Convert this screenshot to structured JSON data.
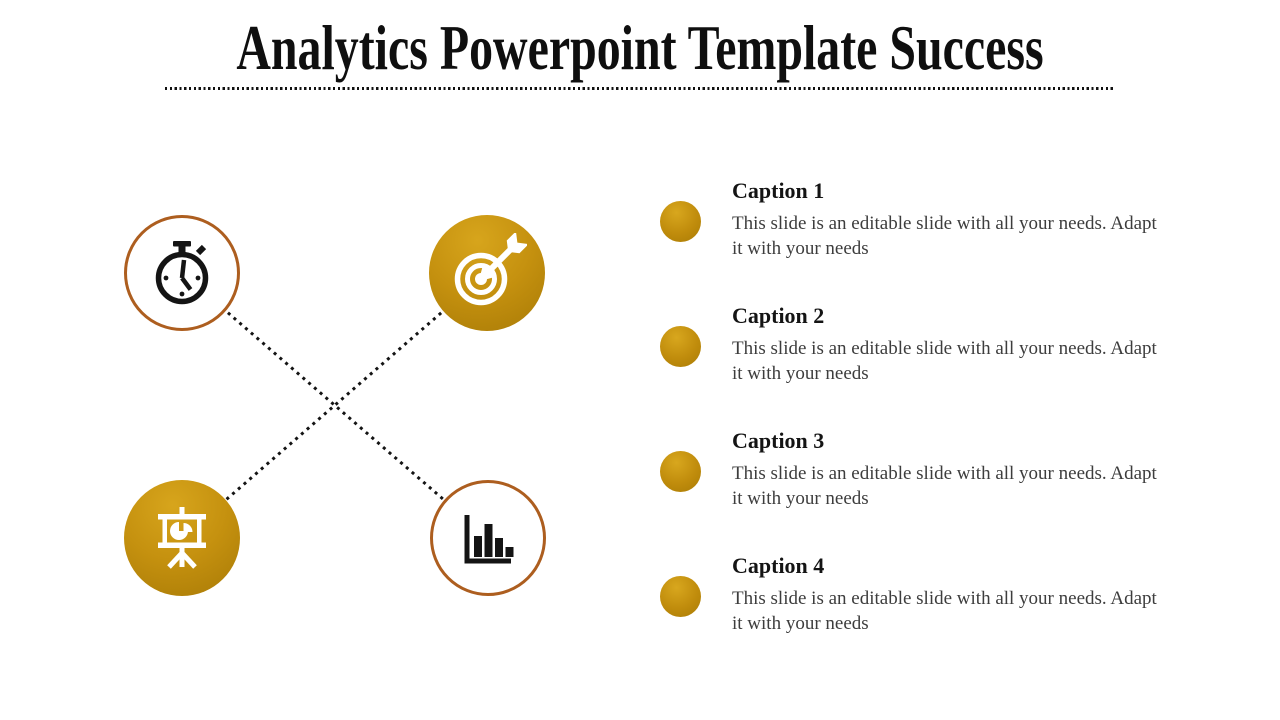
{
  "slide": {
    "title": "Analytics Powerpoint Template Success"
  },
  "diagram": {
    "nodes": [
      {
        "id": "stopwatch",
        "icon": "stopwatch-icon",
        "style": "outline",
        "position": "top-left"
      },
      {
        "id": "target",
        "icon": "target-icon",
        "style": "filled",
        "position": "top-right"
      },
      {
        "id": "presentation",
        "icon": "presentation-chart-icon",
        "style": "filled",
        "position": "bottom-left"
      },
      {
        "id": "bar-chart",
        "icon": "bar-chart-icon",
        "style": "outline",
        "position": "bottom-right"
      }
    ],
    "connector_style": "dotted-x"
  },
  "captions": [
    {
      "title": "Caption 1",
      "body": "This slide is an editable slide with all your needs. Adapt it with your needs"
    },
    {
      "title": "Caption 2",
      "body": "This slide is an editable slide with all your needs. Adapt it with your needs"
    },
    {
      "title": "Caption 3",
      "body": "This slide is an editable slide with all your needs. Adapt it with your needs"
    },
    {
      "title": "Caption 4",
      "body": "This slide is an editable slide with all your needs. Adapt it with your needs"
    }
  ],
  "colors": {
    "gold": "#c5910f",
    "gold_light": "#d7a51c",
    "gold_dark": "#a87a06",
    "brown_ring": "#ad5e1f",
    "line_black": "#141414",
    "body_text": "#3d3d3d",
    "background": "#ffffff"
  }
}
